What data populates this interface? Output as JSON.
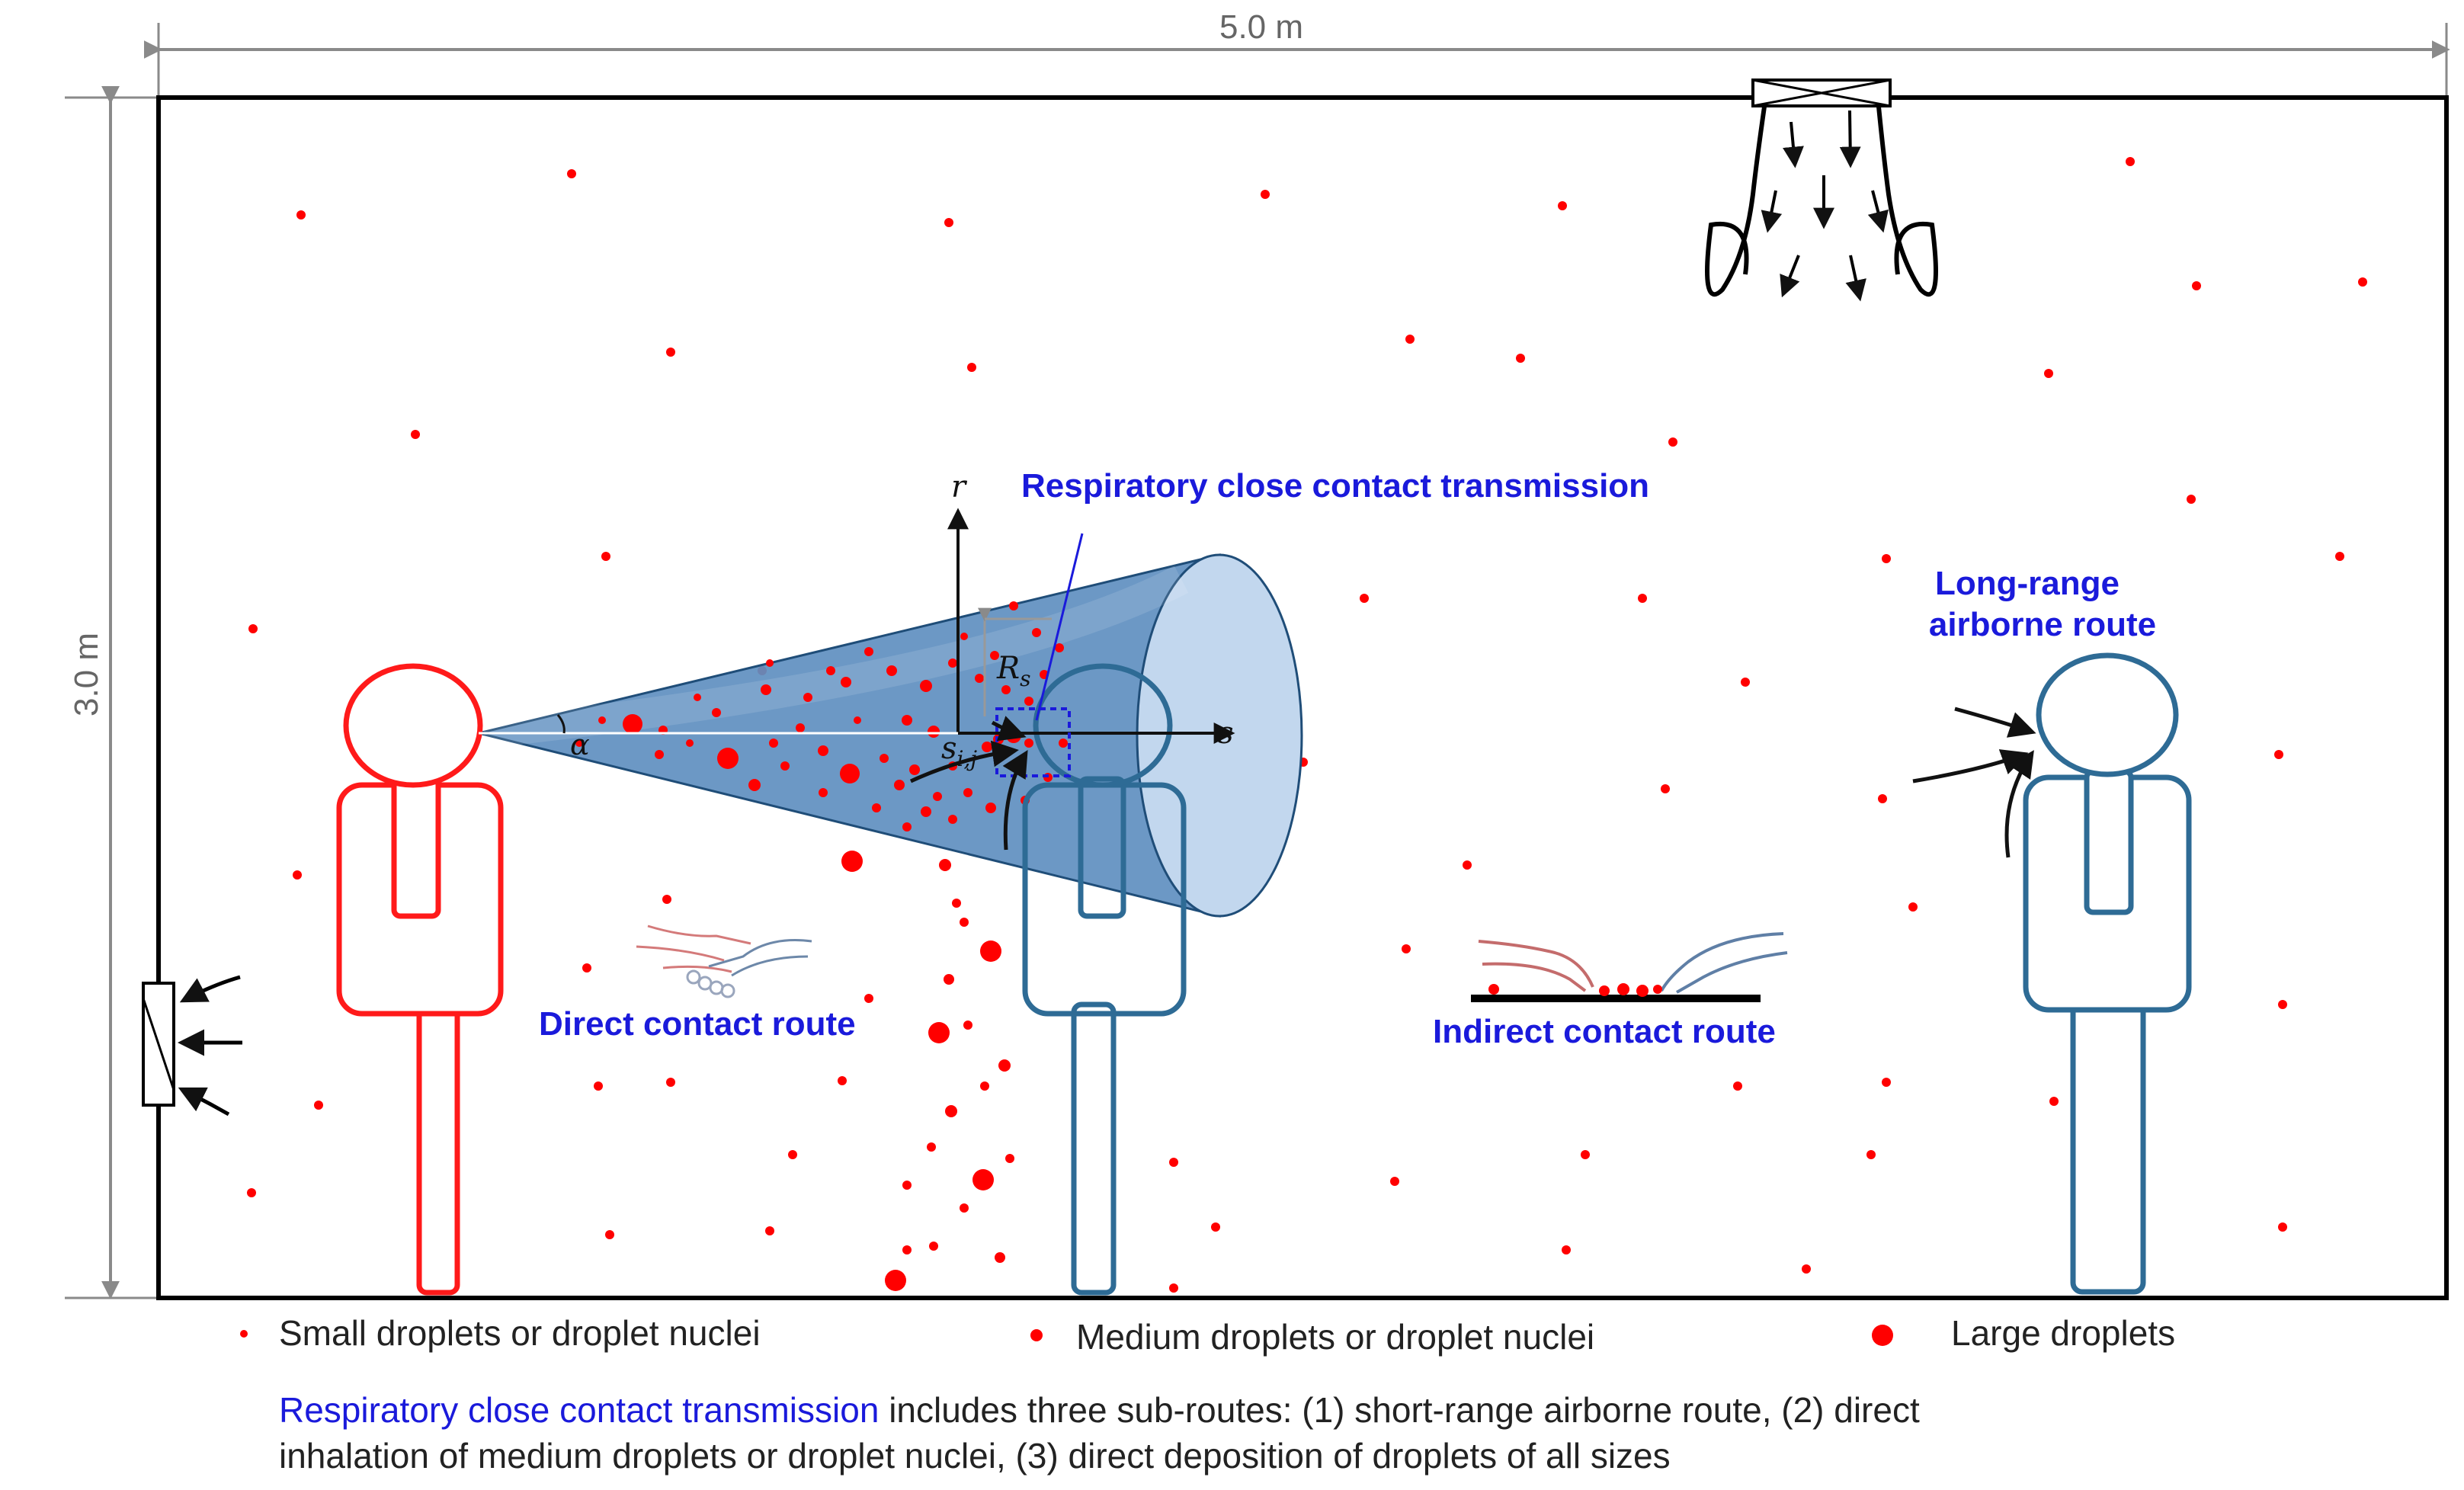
{
  "dimensions": {
    "width_label": "5.0 m",
    "height_label": "3.0 m"
  },
  "labels": {
    "close_contact": "Respiratory close contact transmission",
    "long_range_line1": "Long-range",
    "long_range_line2": "airborne route",
    "direct_contact": "Direct contact route",
    "indirect_contact": "Indirect contact route"
  },
  "math": {
    "r": "r",
    "s": "s",
    "R": "R",
    "R_sub": "s",
    "alpha": "α",
    "s_ij": "s",
    "s_ij_sub": "i,j"
  },
  "legend": {
    "small": "Small droplets or droplet nuclei",
    "medium": "Medium droplets or droplet nuclei",
    "large": "Large droplets"
  },
  "caption": {
    "highlight": "Respiratory close contact transmission",
    "line1_rest": " includes three sub-routes: (1) short-range airborne route, (2) direct",
    "line2": "inhalation of medium droplets or droplet nuclei, (3) direct deposition of droplets of all sizes"
  },
  "colors": {
    "infected": "#ff1a1a",
    "susceptible": "#2e6b95",
    "droplet": "#ff0000",
    "label_blue": "#1a1adb",
    "cone_fill": "#5f8fc0",
    "cone_end": "#c2d7ee"
  },
  "icons": [
    "supply-diffuser-icon",
    "exhaust-vent-icon",
    "handshake-icon",
    "hands-on-surface-icon"
  ]
}
